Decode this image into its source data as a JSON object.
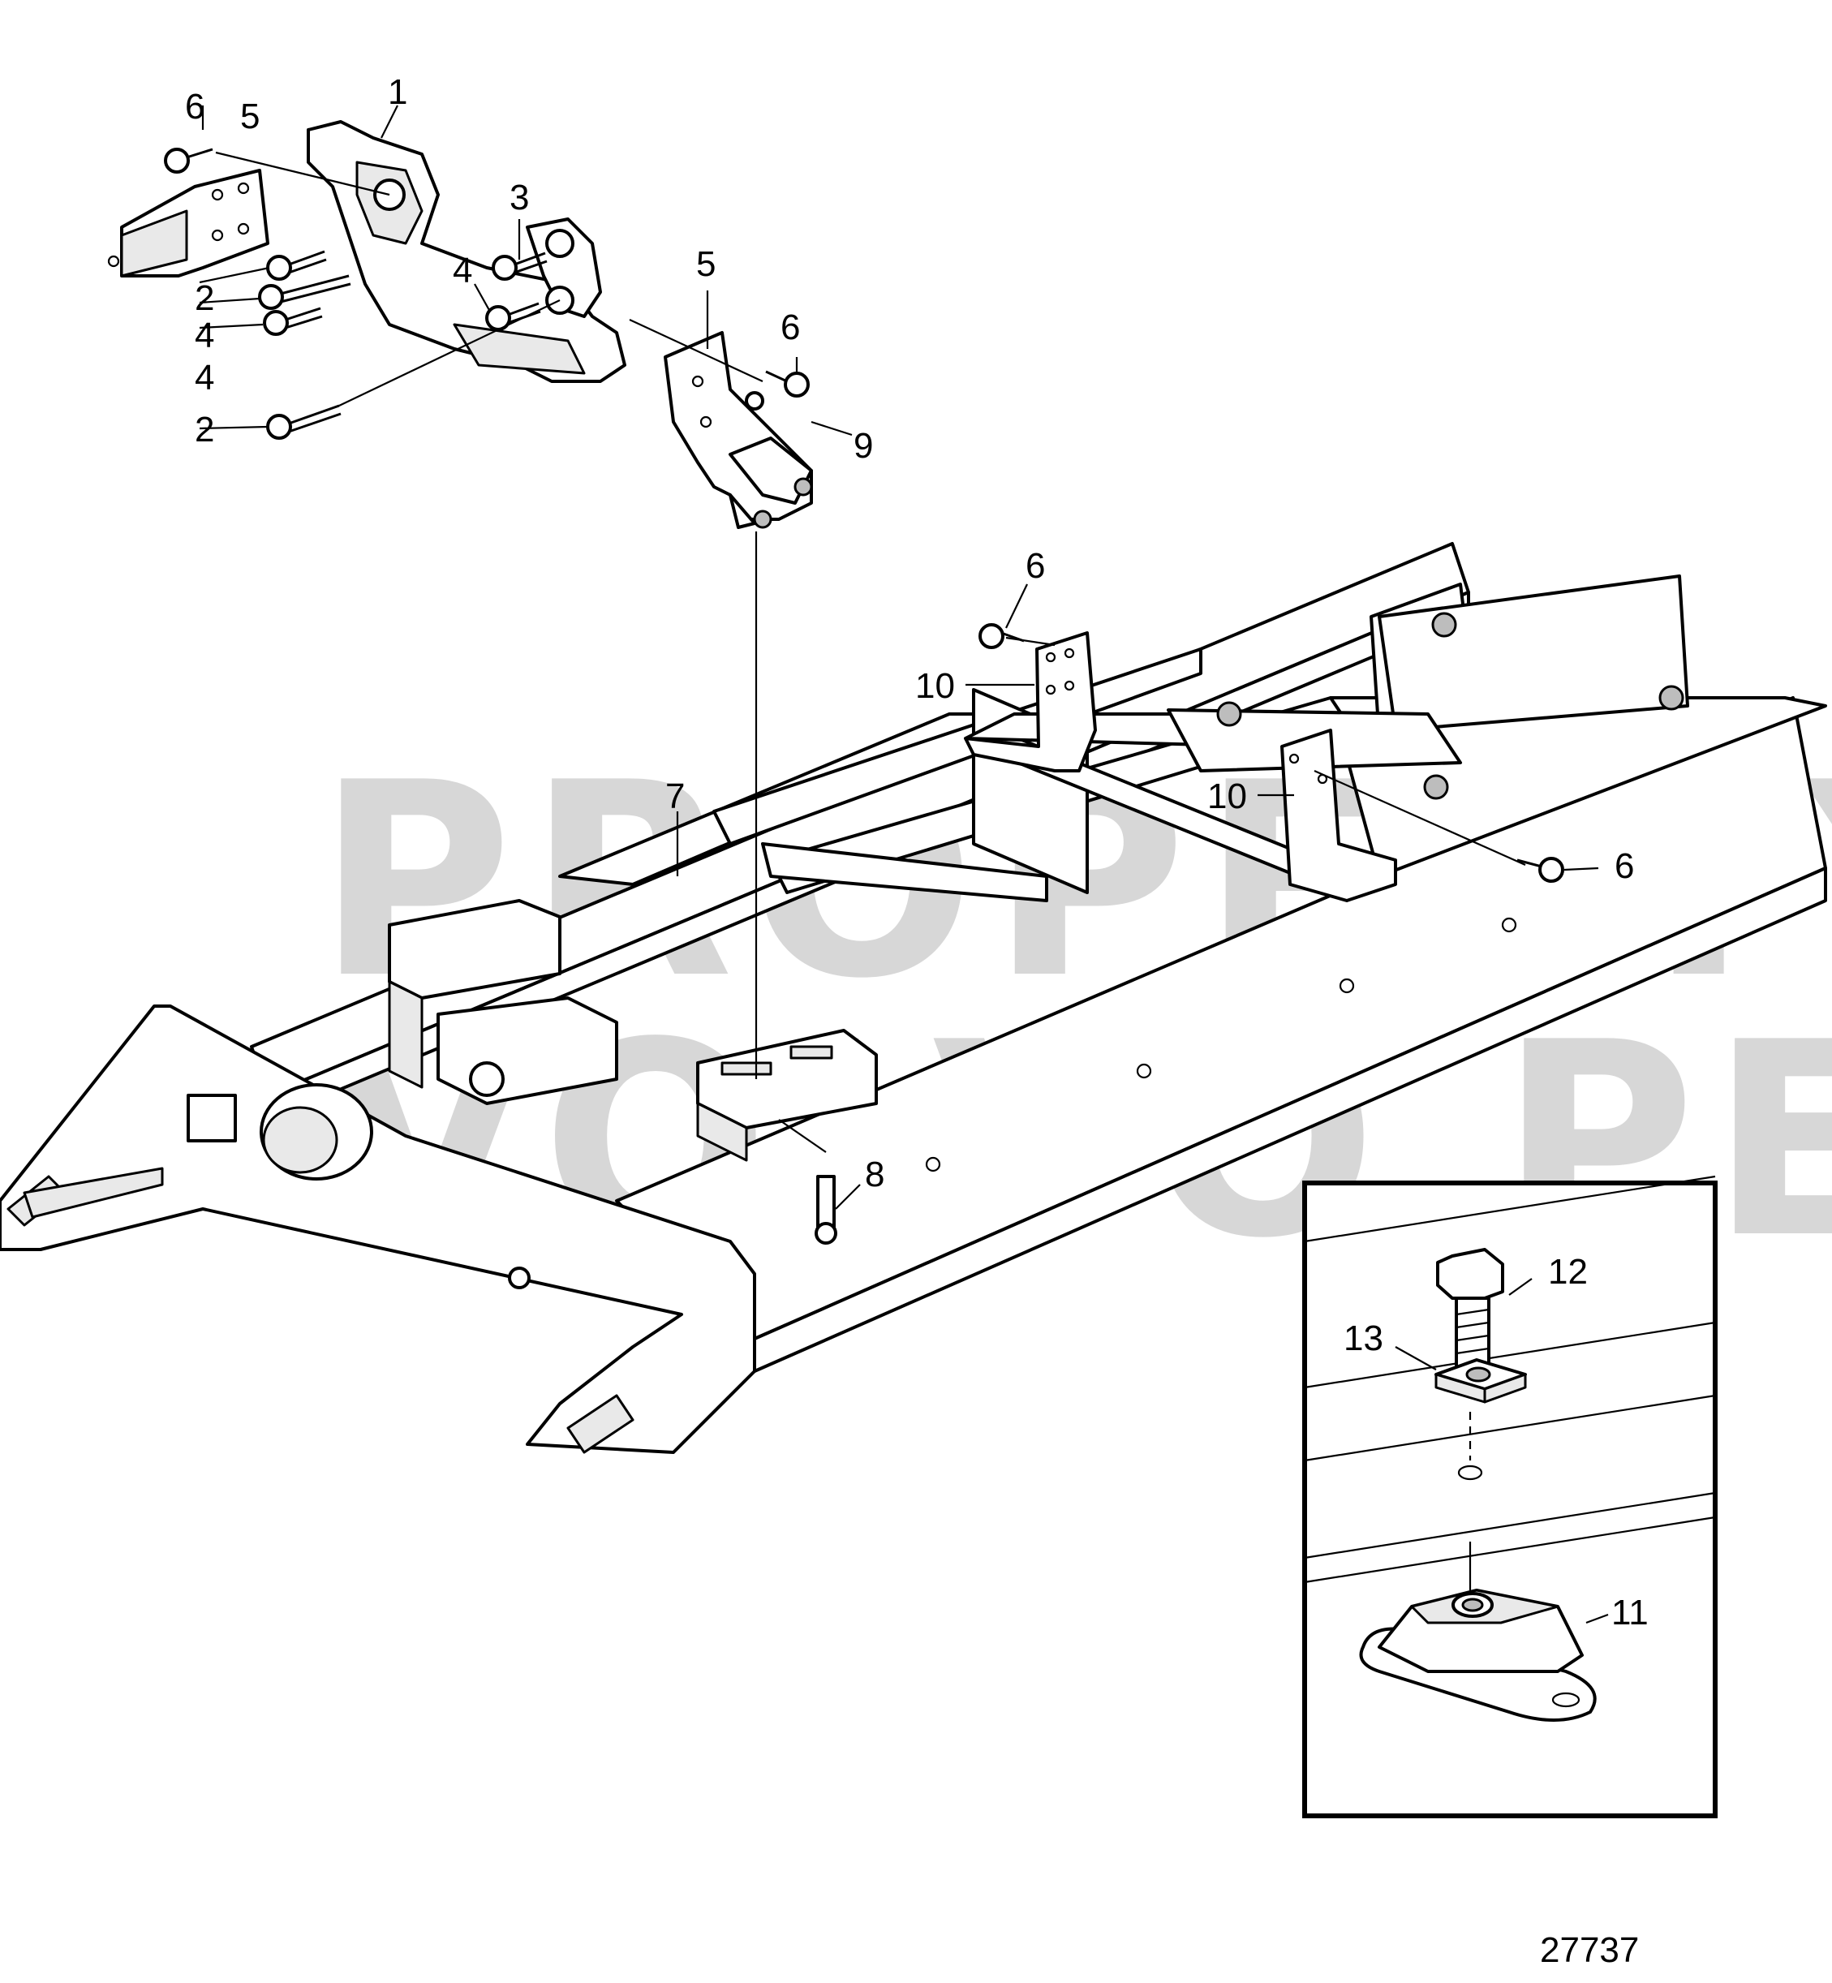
{
  "watermark": {
    "line1": "PROPERTY OF",
    "line2": "VOLVO PENTA"
  },
  "document_number": "27737",
  "callouts": [
    {
      "id": "c1",
      "text": "1"
    },
    {
      "id": "c2a",
      "text": "2"
    },
    {
      "id": "c2b",
      "text": "2"
    },
    {
      "id": "c3",
      "text": "3"
    },
    {
      "id": "c4a",
      "text": "4"
    },
    {
      "id": "c4b",
      "text": "4"
    },
    {
      "id": "c4c",
      "text": "4"
    },
    {
      "id": "c5a",
      "text": "5"
    },
    {
      "id": "c5b",
      "text": "5"
    },
    {
      "id": "c6a",
      "text": "6"
    },
    {
      "id": "c6b",
      "text": "6"
    },
    {
      "id": "c6c",
      "text": "6"
    },
    {
      "id": "c6d",
      "text": "6"
    },
    {
      "id": "c7",
      "text": "7"
    },
    {
      "id": "c8",
      "text": "8"
    },
    {
      "id": "c9",
      "text": "9"
    },
    {
      "id": "c10a",
      "text": "10"
    },
    {
      "id": "c10b",
      "text": "10"
    },
    {
      "id": "c11",
      "text": "11"
    },
    {
      "id": "c12",
      "text": "12"
    },
    {
      "id": "c13",
      "text": "13"
    }
  ]
}
